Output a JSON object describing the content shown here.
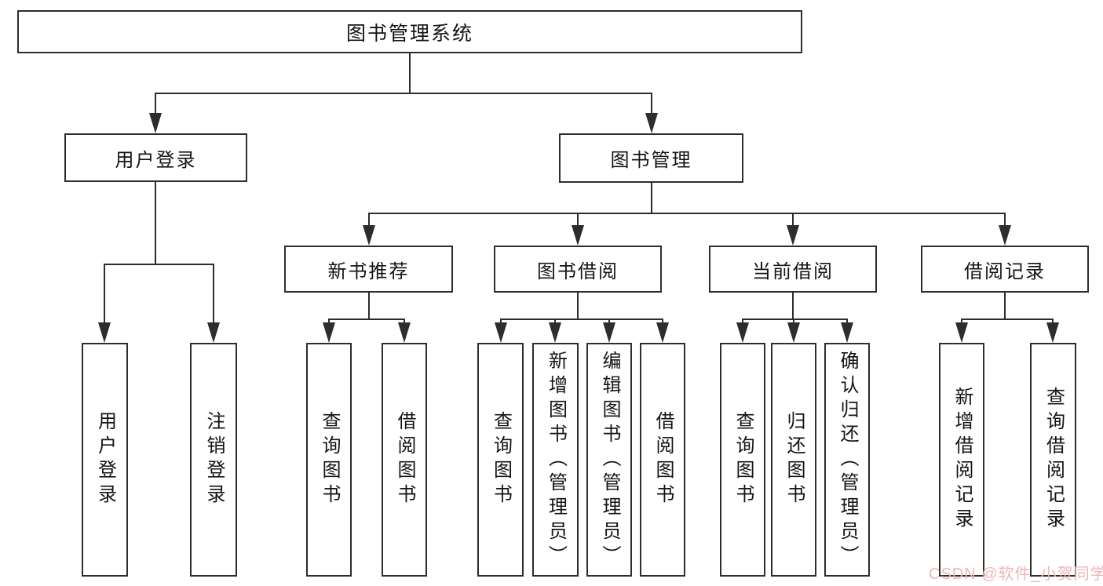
{
  "diagram": {
    "background": "#ffffff",
    "line_color": "#2d2d2d",
    "box_border_color": "#2d2d2d",
    "text_color": "#141414",
    "watermark": {
      "text": "CSDN @软件_小贺同学",
      "color": "#f0b6b6"
    }
  },
  "nodes": {
    "root": {
      "label": "图书管理系统"
    },
    "user_login": {
      "label": "用户登录"
    },
    "book_mgmt": {
      "label": "图书管理"
    },
    "login": {
      "label": "用户登录"
    },
    "logout": {
      "label": "注销登录"
    },
    "new_book_rec": {
      "label": "新书推荐"
    },
    "book_borrow": {
      "label": "图书借阅"
    },
    "current_borrow": {
      "label": "当前借阅"
    },
    "borrow_records": {
      "label": "借阅记录"
    },
    "nbr_query_book": {
      "label": "查询图书"
    },
    "nbr_borrow_book": {
      "label": "借阅图书"
    },
    "bb_query_book": {
      "label": "查询图书"
    },
    "bb_add_book": {
      "label": "新增图书（管理员）"
    },
    "bb_edit_book": {
      "label": "编辑图书（管理员）"
    },
    "bb_borrow_book": {
      "label": "借阅图书"
    },
    "cb_query_book": {
      "label": "查询图书"
    },
    "cb_return_book": {
      "label": "归还图书"
    },
    "cb_confirm_return": {
      "label": "确认归还（管理员）"
    },
    "br_add_record": {
      "label": "新增借阅记录"
    },
    "br_query_record": {
      "label": "查询借阅记录"
    }
  }
}
